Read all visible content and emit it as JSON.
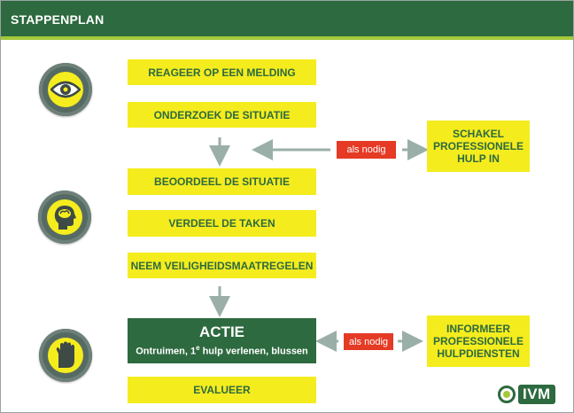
{
  "header": {
    "title": "STAPPENPLAN"
  },
  "steps": [
    {
      "label": "REAGEER OP EEN MELDING"
    },
    {
      "label": "ONDERZOEK DE SITUATIE"
    },
    {
      "label": "BEOORDEEL DE SITUATIE"
    },
    {
      "label": "VERDEEL DE TAKEN"
    },
    {
      "label": "NEEM VEILIGHEIDSMAATREGELEN"
    },
    {
      "label": "ACTIE",
      "sublabel_prefix": "Ontruimen, 1",
      "sublabel_sup": "e",
      "sublabel_suffix": " hulp verlenen, blussen"
    },
    {
      "label": "EVALUEER"
    }
  ],
  "side_boxes": [
    {
      "label": "SCHAKEL PROFESSIONELE HULP IN"
    },
    {
      "label": "INFORMEER PROFESSIONELE HULPDIENSTEN"
    }
  ],
  "connector_label": "als nodig",
  "connector_label_2": "als nodig",
  "icons": [
    "eye-icon",
    "head-icon",
    "hand-icon"
  ],
  "logo": {
    "text": "IVM"
  },
  "colors": {
    "header": "#2d6a3f",
    "accent": "#a3c83a",
    "box": "#f5ec1e",
    "box_text": "#2d6a3f",
    "label_bg": "#e53a24",
    "arrow": "#9aafa8"
  }
}
